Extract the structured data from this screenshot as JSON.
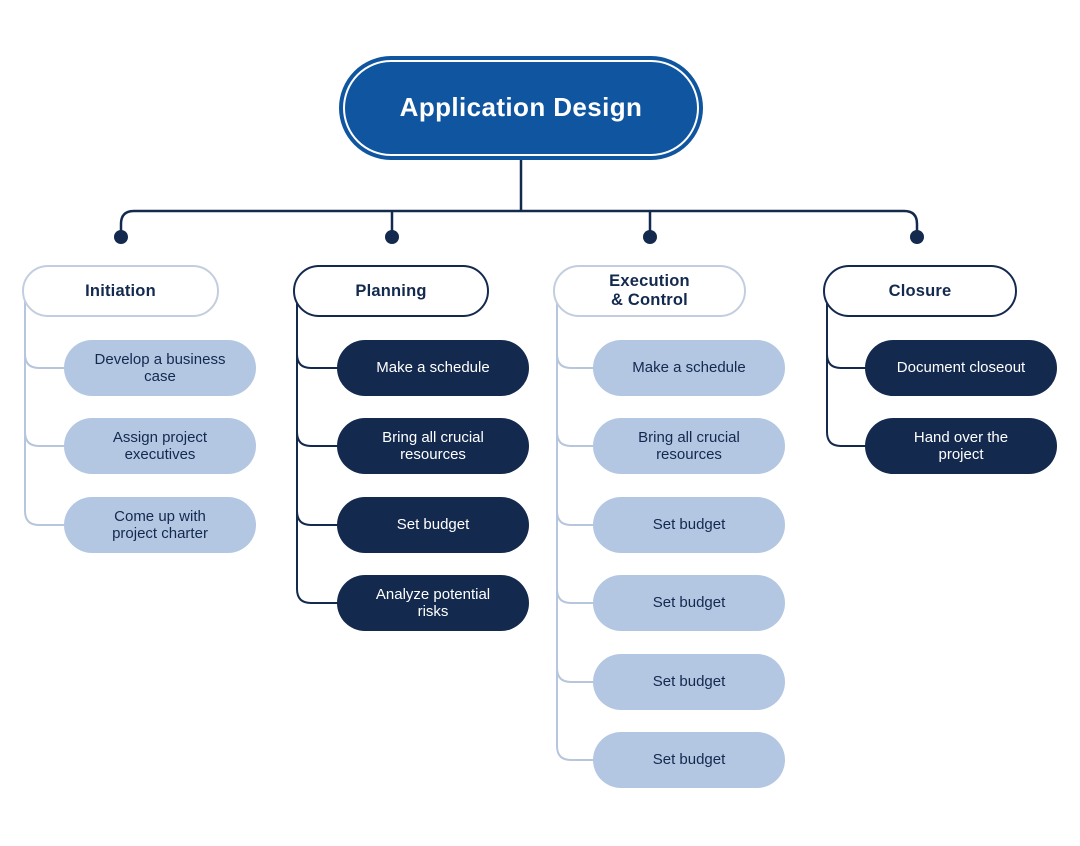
{
  "diagram": {
    "title": "Application Design",
    "branches": [
      {
        "label": "Initiation",
        "theme": "light",
        "children": [
          "Develop a business case",
          "Assign project executives",
          "Come up with project charter"
        ]
      },
      {
        "label": "Planning",
        "theme": "dark",
        "children": [
          "Make a schedule",
          "Bring all crucial resources",
          "Set budget",
          "Analyze potential risks"
        ]
      },
      {
        "label": "Execution\n& Control",
        "theme": "light",
        "children": [
          "Make a schedule",
          "Bring all crucial resources",
          "Set budget",
          "Set budget",
          "Set budget",
          "Set budget"
        ]
      },
      {
        "label": "Closure",
        "theme": "dark",
        "children": [
          "Document closeout",
          "Hand over the project"
        ]
      }
    ],
    "colors": {
      "root_fill": "#0F55A0",
      "dark_navy": "#13294E",
      "light_blue_fill": "#B3C7E2",
      "light_border": "#C2CEE0",
      "light_connector": "#B7C6DC",
      "text_on_dark": "#FFFFFF",
      "text_on_light": "#13294E",
      "background": "#FFFFFF"
    }
  }
}
